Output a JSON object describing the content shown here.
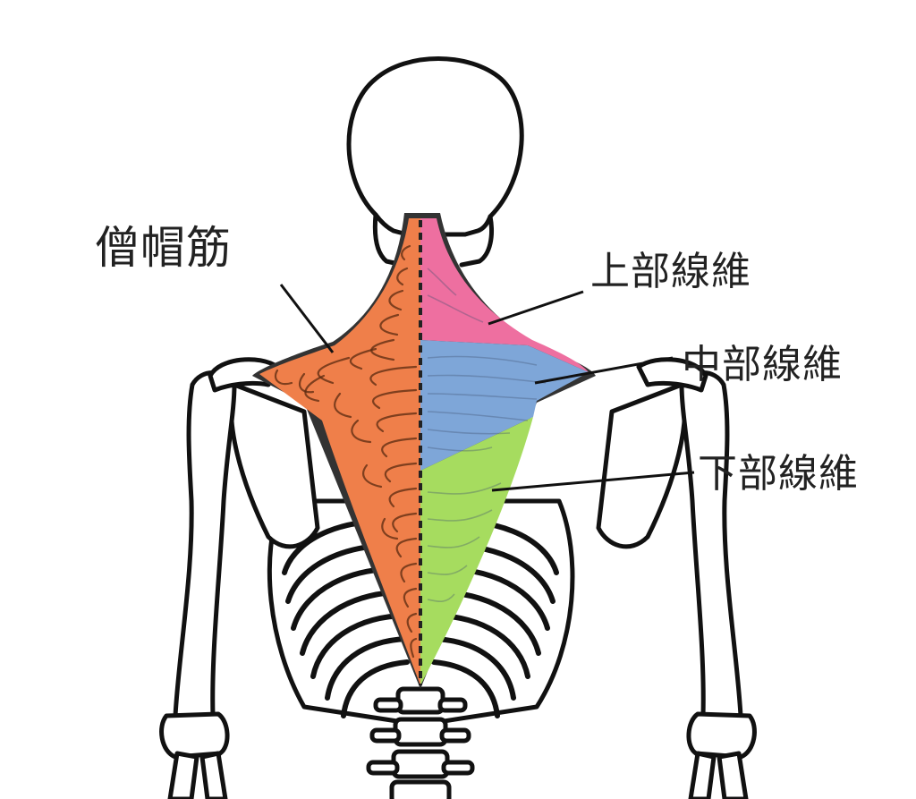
{
  "labels": {
    "muscle": "僧帽筋",
    "upper": "上部線維",
    "middle": "中部線維",
    "lower": "下部線維"
  },
  "colors": {
    "muscle_orange": "#ef7f4a",
    "upper_pink": "#ee6fa0",
    "middle_blue": "#7ea6d8",
    "lower_green": "#a6dc5f",
    "outline": "#111111"
  }
}
